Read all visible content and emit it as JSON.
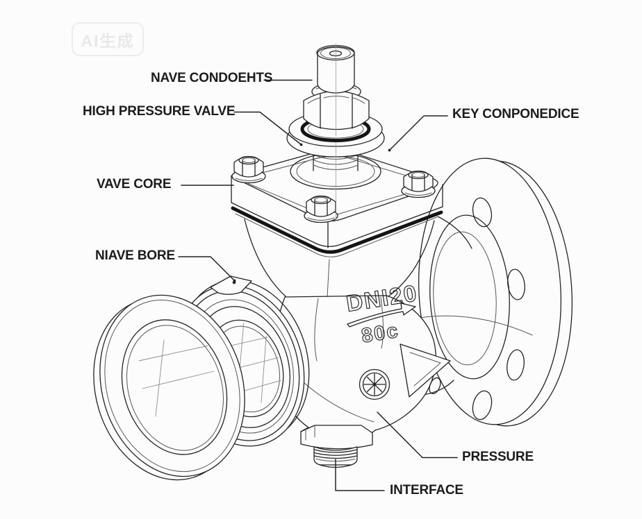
{
  "watermark": {
    "text": "AI生成"
  },
  "diagram": {
    "labels": [
      {
        "id": "valve-components",
        "text": "NAVE CONDOEHTS"
      },
      {
        "id": "high-pressure-valve",
        "text": "HIGH PRESSURE VALVE"
      },
      {
        "id": "key-components",
        "text": "KEY CONPONEDICE"
      },
      {
        "id": "valve-core",
        "text": "VAVE CORE"
      },
      {
        "id": "valve-bore",
        "text": "NIAVE BORE"
      },
      {
        "id": "pressure",
        "text": "PRESSURE"
      },
      {
        "id": "interface",
        "text": "INTERFACE"
      }
    ],
    "markings": {
      "dn_text": "DNI20",
      "temp_text": "80c"
    },
    "colors": {
      "line": "#222222",
      "crease": "#555555",
      "gasket": "#141414",
      "label_text": "#1b1b1d",
      "watermark": "#e8e8e6",
      "background": "#fcfcfc"
    }
  }
}
